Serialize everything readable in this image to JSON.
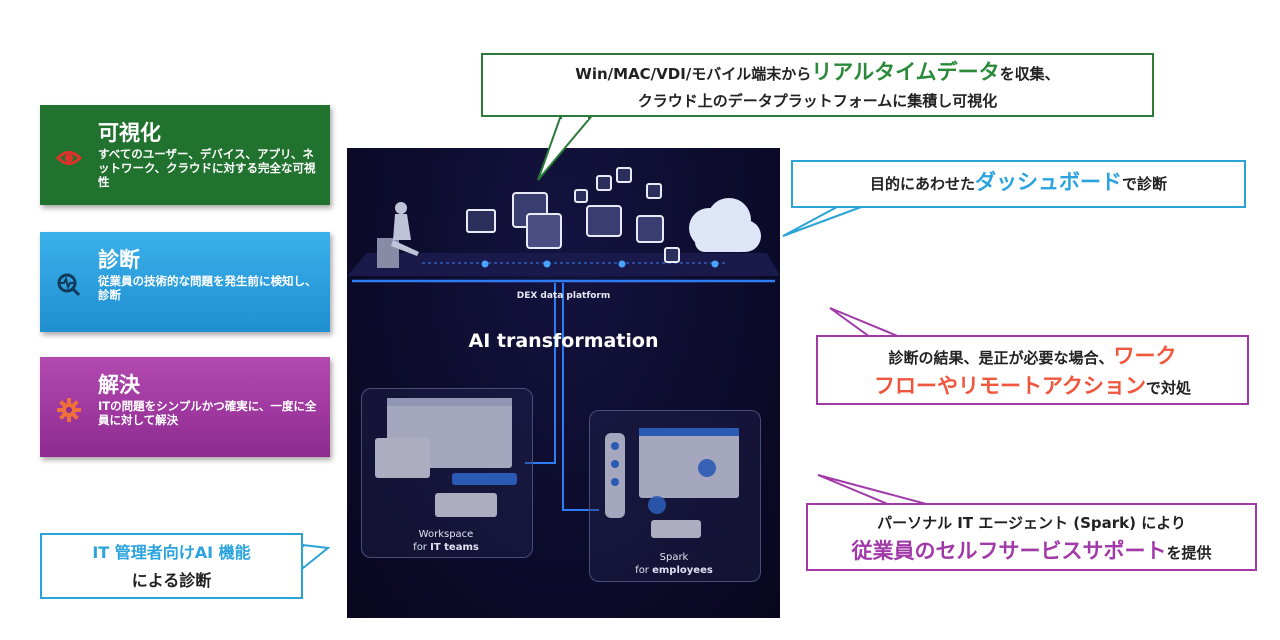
{
  "cards": [
    {
      "title": "可視化",
      "desc": "すべてのユーザー、デバイス、アプリ、ネットワーク、クラウドに対する完全な可視性",
      "icon": "eye-icon",
      "color": "#22722f"
    },
    {
      "title": "診断",
      "desc": "従業員の技術的な問題を発生前に検知し、診断",
      "icon": "diagnosis-icon",
      "color": "#2aa3de"
    },
    {
      "title": "解決",
      "desc": "ITの問題をシンプルかつ確実に、一度に全員に対して解決",
      "icon": "gear-icon",
      "color": "#a03aa5"
    }
  ],
  "callouts": {
    "top": {
      "line1_pre": "Win/MAC/VDI/モバイル端末から",
      "line1_hl": "リアルタイムデータ",
      "line1_post": "を収集、",
      "line2": "クラウド上のデータプラットフォームに集積し可視化",
      "hl_color": "#2b8a3a"
    },
    "dashboard": {
      "pre": "目的にあわせた",
      "hl": "ダッシュボード",
      "post": "で診断",
      "hl_color": "#2aa3de"
    },
    "workflow": {
      "line1_pre": "診断の結果、是正が必要な場合、",
      "line1_hl": "ワーク",
      "line2_hl": "フローやリモートアクション",
      "line2_post": "で対処",
      "hl_color": "#f0563e"
    },
    "spark": {
      "line1": "パーソナル IT エージェント (Spark) により",
      "line2_hl": "従業員のセルフサービスサポート",
      "line2_post": "を提供",
      "hl_color": "#a13aa8"
    },
    "ai": {
      "line1": "IT 管理者向けAI 機能",
      "line2": "による診断",
      "hl_color": "#2aa3de"
    }
  },
  "panel": {
    "platform_label": "DEX data platform",
    "ai_label": "AI transformation",
    "workspace_label": "Workspace",
    "workspace_sub_pre": "for ",
    "workspace_sub_bold": "IT teams",
    "spark_label": "Spark",
    "spark_sub_pre": "for ",
    "spark_sub_bold": "employees"
  }
}
